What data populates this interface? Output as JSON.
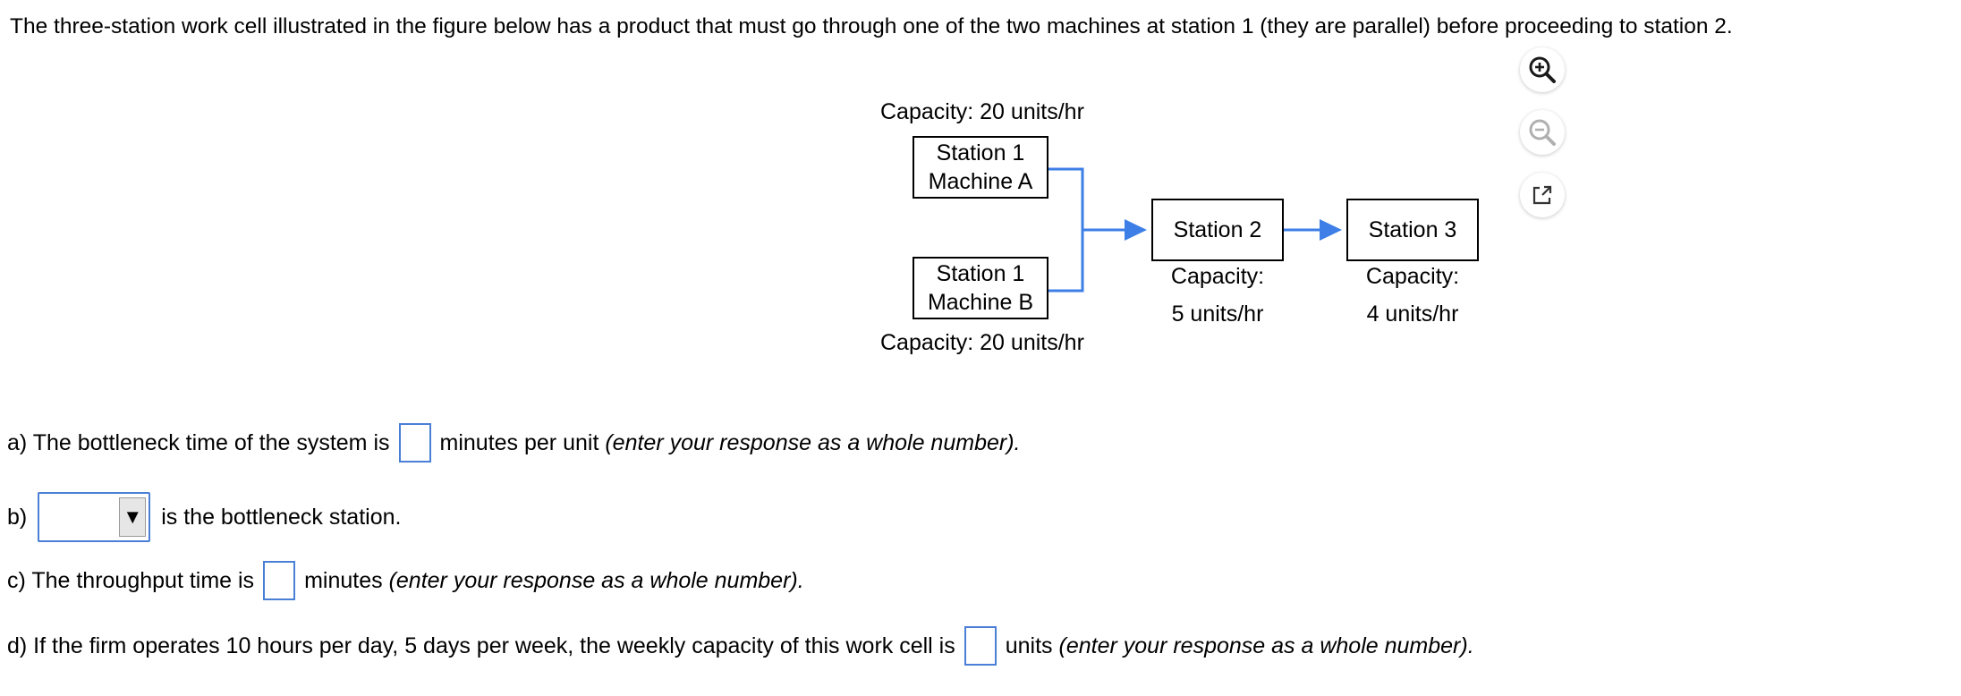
{
  "intro_text": "The three-station work cell illustrated in the figure below has a product that must go through one of the two machines at station 1 (they are parallel) before proceeding to station 2.",
  "toolbar": {
    "zoom_in": "zoom-in-icon",
    "zoom_out": "zoom-out-icon",
    "open_external": "external-link-icon"
  },
  "diagram": {
    "machine_a": {
      "capacity": "Capacity: 20 units/hr",
      "line1": "Station 1",
      "line2": "Machine A"
    },
    "machine_b": {
      "capacity": "Capacity: 20 units/hr",
      "line1": "Station 1",
      "line2": "Machine B"
    },
    "station2": {
      "label": "Station 2",
      "capacity_label": "Capacity:",
      "capacity_value": "5 units/hr"
    },
    "station3": {
      "label": "Station 3",
      "capacity_label": "Capacity:",
      "capacity_value": "4 units/hr"
    },
    "arrow_color": "#3d7fe6"
  },
  "questions": {
    "a": {
      "prefix": "a) The bottleneck time of the system is",
      "suffix": "minutes per unit",
      "hint": "(enter your response as a whole number).",
      "value": ""
    },
    "b": {
      "prefix": "b)",
      "suffix": "is the bottleneck station.",
      "selected": "",
      "arrow": "▼"
    },
    "c": {
      "prefix": "c) The throughput time is",
      "suffix": "minutes",
      "hint": "(enter your response as a whole number).",
      "value": ""
    },
    "d": {
      "prefix": "d) If the firm operates 10 hours per day, 5 days per week, the weekly capacity of this work cell is",
      "suffix": "units",
      "hint": "(enter your response as a whole number).",
      "value": ""
    }
  }
}
